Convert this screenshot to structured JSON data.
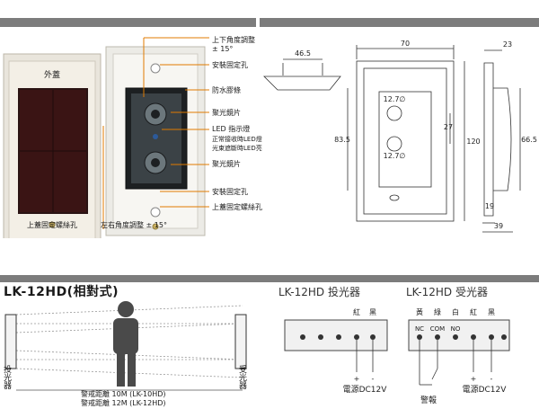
{
  "photo": {
    "cover_label": "外蓋",
    "callouts": [
      "上下角度調整\n± 15°",
      "安裝固定孔",
      "防水膠條",
      "聚光鏡片",
      "LED 指示燈",
      "正常接收時LED燈\n光束遮斷時LED亮",
      "聚光鏡片",
      "安裝固定孔",
      "上蓋固定螺絲孔"
    ],
    "bottom_left": "上蓋固定螺絲孔",
    "bottom_mid": "左右角度調整 ± 15°"
  },
  "dims": {
    "width_top": "46.5",
    "width_front": "70",
    "height_left": "83.5",
    "height_total": "120",
    "hole_gap": "27",
    "lens_top": "12.7∅",
    "lens_bottom": "12.7∅",
    "side_top": "23",
    "side_height": "66.5",
    "side_bottom_a": "19",
    "side_bottom_b": "39"
  },
  "section": {
    "model_title": "LK-12HD(相對式)",
    "transmitter_side": "投光器",
    "receiver_side": "受光器",
    "distance_1": "警戒距離 10M (LK-10HD)",
    "distance_2": "警戒距離 12M (LK-12HD)"
  },
  "wiring": {
    "tx_title": "LK-12HD 投光器",
    "rx_title": "LK-12HD 受光器",
    "tx_colors": [
      "紅",
      "黑"
    ],
    "rx_colors": [
      "黃",
      "綠",
      "白",
      "紅",
      "黑"
    ],
    "rx_terms": [
      "NC",
      "COM",
      "NO"
    ],
    "plus": "+",
    "minus": "-",
    "power_tx": "電源DC12V",
    "power_rx": "電源DC12V",
    "alarm": "警報"
  }
}
